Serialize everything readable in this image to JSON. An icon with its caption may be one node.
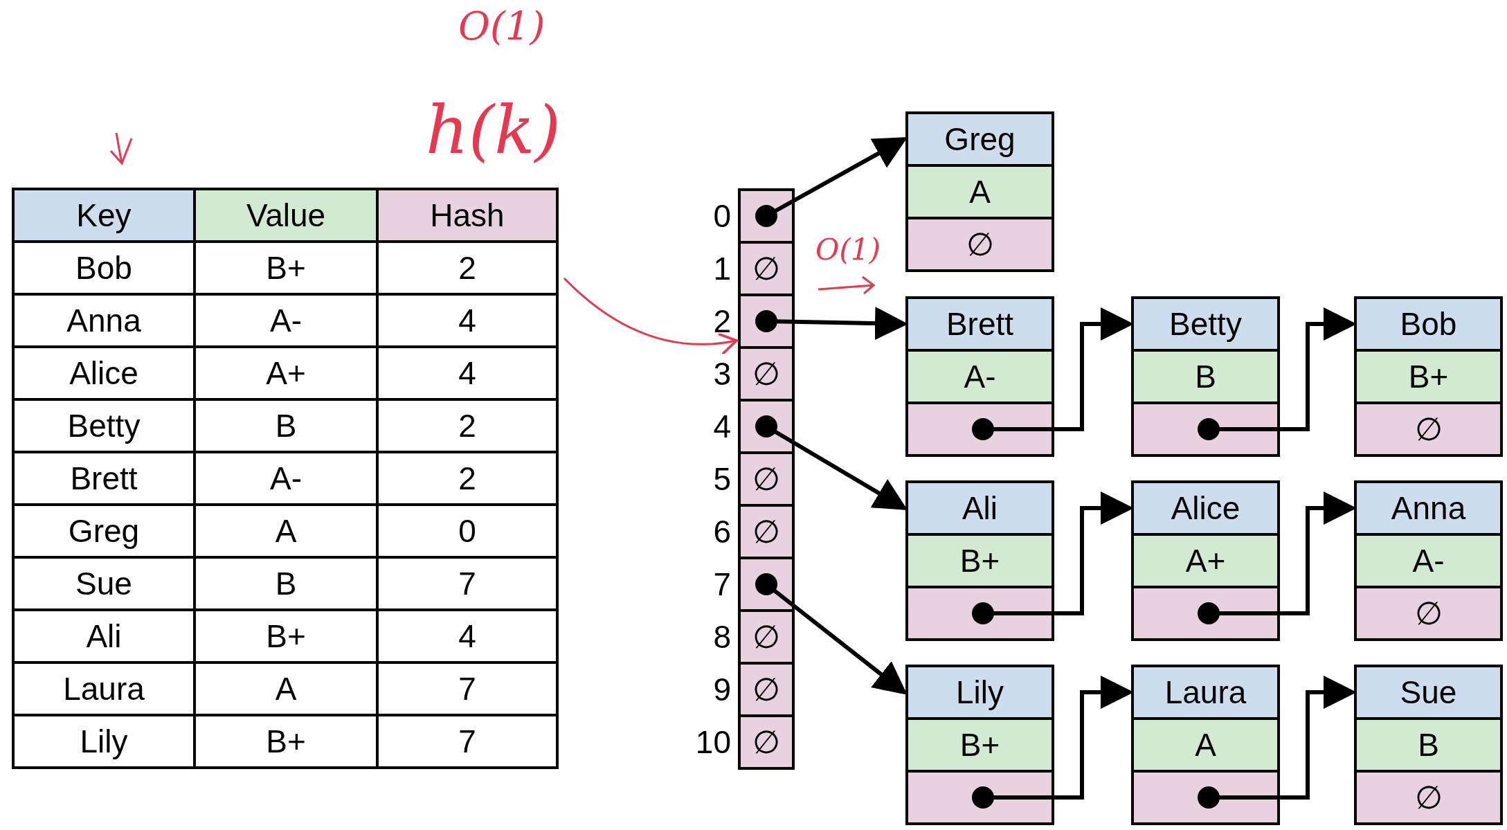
{
  "diagram": {
    "nodes": [
      {
        "text": [],
        "shape": "box",
        "beside": [
          "0"
        ]
      },
      {
        "text": [
          "∅"
        ],
        "beside": [
          "1"
        ]
      },
      {
        "text": [],
        "shape": "box",
        "beside": [
          "2"
        ]
      },
      {
        "text": [
          "∅"
        ],
        "beside": [
          "3"
        ]
      },
      {
        "text": [],
        "shape": "box",
        "beside": [
          "4"
        ]
      },
      {
        "text": [
          "∅"
        ],
        "beside": [
          "5"
        ]
      },
      {
        "text": [
          "∅"
        ],
        "beside": [
          "6"
        ]
      },
      {
        "text": [],
        "shape": "box",
        "beside": [
          "7"
        ]
      },
      {
        "text": [
          "∅"
        ],
        "beside": [
          "8"
        ]
      },
      {
        "text": [
          "∅"
        ],
        "beside": [
          "9"
        ]
      },
      {
        "text": [
          "∅"
        ],
        "beside": [
          "10"
        ]
      },
      {
        "text": [
          "Greg",
          "A",
          "∅"
        ]
      },
      {
        "text": [
          "Brett",
          "A-"
        ]
      },
      {
        "text": [
          "Betty",
          "B"
        ]
      },
      {
        "text": [
          "Bob",
          "B+",
          "∅"
        ]
      },
      {
        "text": [
          "Ali",
          "B+"
        ]
      },
      {
        "text": [
          "Alice",
          "A+"
        ]
      },
      {
        "text": [
          "Anna",
          "A-",
          "∅"
        ]
      },
      {
        "text": [
          "Lily",
          "B+"
        ]
      },
      {
        "text": [
          "Laura",
          "A"
        ]
      },
      {
        "text": [
          "Sue",
          "B",
          "∅"
        ]
      },
      {
        "text": [
          "2"
        ]
      }
    ],
    "edges": [
      {
        "from": 0,
        "to": 11,
        "arrow": "to"
      },
      {
        "from": 2,
        "to": 12,
        "arrow": "to"
      },
      {
        "from": 12,
        "to": 13,
        "arrow": "to"
      },
      {
        "from": 13,
        "to": 14,
        "arrow": "to"
      },
      {
        "from": 4,
        "to": 15,
        "arrow": "to"
      },
      {
        "from": 15,
        "to": 16,
        "arrow": "to"
      },
      {
        "from": 16,
        "to": 17,
        "arrow": "to"
      },
      {
        "from": 7,
        "to": 18,
        "arrow": "to"
      },
      {
        "from": 18,
        "to": 19,
        "arrow": "to"
      },
      {
        "from": 19,
        "to": 20,
        "arrow": "to"
      },
      {
        "from": 21,
        "to": 2,
        "arrow": "to",
        "color": "#e8384f"
      }
    ],
    "labels": [
      "O(1)",
      "h(k)",
      "Key",
      "Value",
      "Hash",
      "Bob",
      "B+",
      "Anna",
      "A-",
      "4",
      "Alice",
      "A+",
      "4",
      "Betty",
      "B",
      "2",
      "Brett",
      "A-",
      "2",
      "Greg",
      "A",
      "0",
      "Sue",
      "B",
      "7",
      "Ali",
      "B+",
      "4",
      "Laura",
      "A",
      "7",
      "Lily",
      "B+",
      "7",
      "O(1)"
    ]
  }
}
